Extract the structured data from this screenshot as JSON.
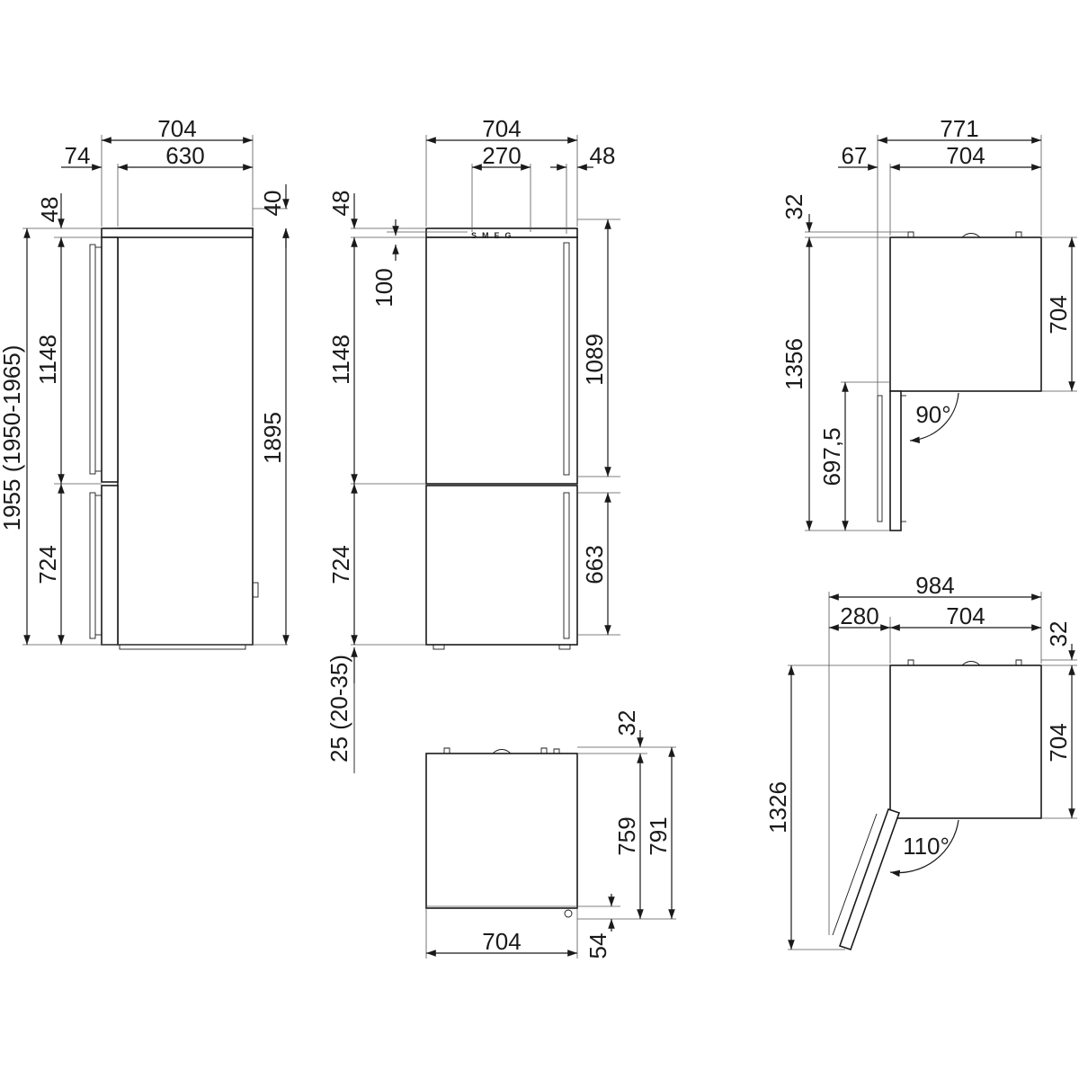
{
  "brand": "SMEG",
  "side_view": {
    "overall_depth": "704",
    "handle_offset": "74",
    "body_depth": "630",
    "top_gap": "48",
    "top_gap_right": "40",
    "total_height": "1955 (1950-1965)",
    "upper_section": "1148",
    "lower_section": "724",
    "cabinet_height": "1895"
  },
  "front_view": {
    "width": "704",
    "logo_width": "270",
    "side_gap": "48",
    "top_gap": "48",
    "logo_drop": "100",
    "upper_section": "1148",
    "lower_section": "724",
    "feet": "25 (20-35)",
    "upper_handle": "1089",
    "lower_handle": "663"
  },
  "top_view": {
    "width": "704",
    "top_offset": "32",
    "depth_inner": "759",
    "depth_outer": "791",
    "foot_offset": "54"
  },
  "door_90": {
    "overall": "771",
    "hinge_offset": "67",
    "width": "704",
    "top_offset": "32",
    "depth": "704",
    "total_depth": "1356",
    "door_depth": "697,5",
    "angle": "90°"
  },
  "door_110": {
    "overall": "984",
    "hinge_offset": "280",
    "width": "704",
    "top_offset": "32",
    "depth": "704",
    "total_depth": "1326",
    "angle": "110°"
  }
}
